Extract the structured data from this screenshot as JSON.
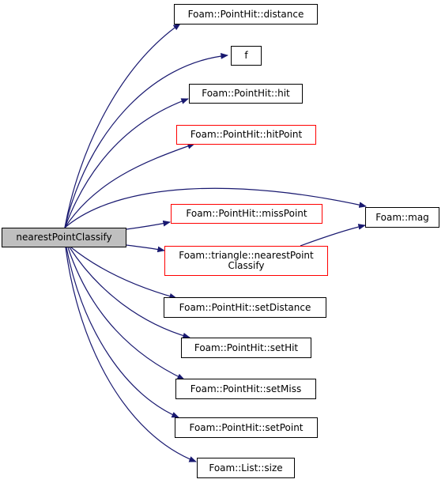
{
  "root": {
    "label": "nearestPointClassify"
  },
  "nodes": [
    {
      "key": "distance",
      "label": "Foam::PointHit::distance"
    },
    {
      "key": "f",
      "label": "f"
    },
    {
      "key": "hit",
      "label": "Foam::PointHit::hit"
    },
    {
      "key": "hitPoint",
      "label": "Foam::PointHit::hitPoint"
    },
    {
      "key": "mag",
      "label": "Foam::mag"
    },
    {
      "key": "missPoint",
      "label": "Foam::PointHit::missPoint"
    },
    {
      "key": "triangleNearest",
      "label": "Foam::triangle::nearestPoint\nClassify"
    },
    {
      "key": "setDistance",
      "label": "Foam::PointHit::setDistance"
    },
    {
      "key": "setHit",
      "label": "Foam::PointHit::setHit"
    },
    {
      "key": "setMiss",
      "label": "Foam::PointHit::setMiss"
    },
    {
      "key": "setPoint",
      "label": "Foam::PointHit::setPoint"
    },
    {
      "key": "size",
      "label": "Foam::List::size"
    }
  ],
  "colors": {
    "edge": "#191970",
    "node_border": "#000000",
    "node_border_incomplete": "#ff0000",
    "root_fill": "#bfbfbf"
  }
}
